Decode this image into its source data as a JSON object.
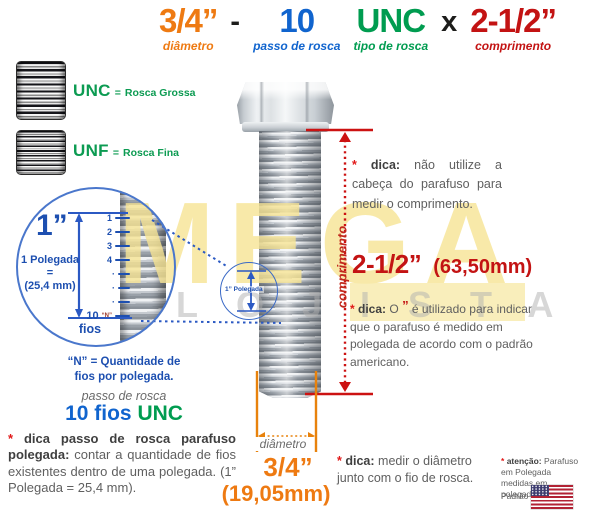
{
  "header": {
    "diameter": {
      "value": "3/4”",
      "label": "diâmetro"
    },
    "separator": "-",
    "pitch": {
      "value": "10",
      "label": "passo de rosca"
    },
    "thread_type": {
      "value": "UNC",
      "label": "tipo de rosca"
    },
    "times": "x",
    "length": {
      "value": "2-1/2”",
      "label": "comprimento"
    }
  },
  "legend": {
    "unc": {
      "abbr": "UNC",
      "eq": "=",
      "name": "Rosca Grossa"
    },
    "unf": {
      "abbr": "UNF",
      "eq": "=",
      "name": "Rosca Fina"
    }
  },
  "magnifier": {
    "inch": "1”",
    "sub1": "1 Polegada",
    "sub2": "=",
    "sub3": "(25,4 mm)",
    "ticks": [
      "1",
      "2",
      "3",
      "4",
      "·",
      "·",
      "·",
      "10"
    ],
    "n_mark": "“N”",
    "unit": "fios"
  },
  "small_magnifier": {
    "label": "1” Polegada"
  },
  "pitch_note": {
    "n_definition": "“N” = Quantidade de\nfios por polegada.",
    "caption": "passo de rosca",
    "count": "10 fios",
    "type": "UNC",
    "tip_star": "*",
    "tip_bold": "dica passo de rosca parafuso polegada:",
    "tip_text": "contar a quantidade de fios existentes dentro de uma polegada. (1” Polegada = 25,4 mm)."
  },
  "length_dim": {
    "rotated_label": "comprimento",
    "value": "2-1/2”",
    "mm": "(63,50mm)"
  },
  "diameter_dim": {
    "label": "diâmetro",
    "value": "3/4”",
    "mm": "(19,05mm)"
  },
  "tips": {
    "tip_length": {
      "star": "*",
      "bold": "dica:",
      "text": "não utilize a cabeça do parafuso para medir o comprimento."
    },
    "tip_inch": {
      "star": "*",
      "bold": "dica:",
      "pre": "O",
      "quote": "”",
      "text": "é utilizado para indicar que o parafuso é medido em polegada de acordo com o padrão americano."
    },
    "tip_diameter": {
      "star": "*",
      "bold": "dica:",
      "text": "medir o diâmetro junto com o fio de rosca."
    },
    "attention": {
      "star": "*",
      "bold": "atenção:",
      "text": "Parafuso em Polegada medidas em polegada",
      "standard_label": "Padrão"
    }
  },
  "watermark": {
    "line1": "MEGA",
    "line2": "LOJISTA"
  },
  "colors": {
    "orange": "#EE7A12",
    "blue": "#1064CE",
    "green": "#009C50",
    "red": "#C31313",
    "dimension_red": "#CC1212",
    "diagram_blue": "#1D4FB0",
    "text_gray": "#5F5F5F"
  }
}
